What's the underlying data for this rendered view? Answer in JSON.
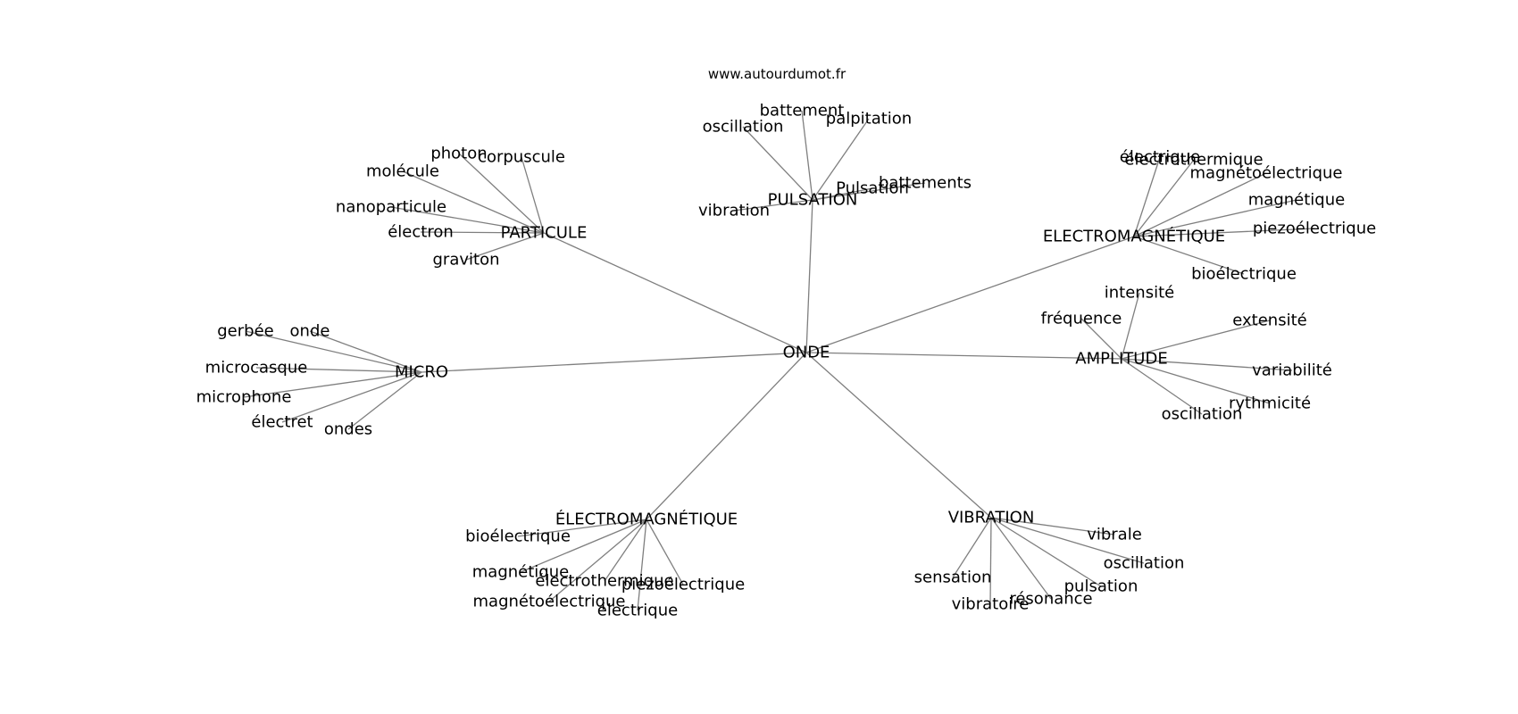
{
  "source_label": "www.autourdumot.fr",
  "graph": {
    "root": "ONDE",
    "branches": [
      {
        "label": "PULSATION",
        "children": [
          "battement",
          "oscillation",
          "palpitation",
          "Pulsation",
          "battements",
          "vibration"
        ]
      },
      {
        "label": "PARTICULE",
        "children": [
          "photon",
          "corpuscule",
          "molécule",
          "nanoparticule",
          "électron",
          "graviton"
        ]
      },
      {
        "label": "ELECTROMAGNÉTIQUE",
        "children": [
          "électrique",
          "électrothermique",
          "magnétoélectrique",
          "magnétique",
          "piezoélectrique",
          "bioélectrique"
        ]
      },
      {
        "label": "AMPLITUDE",
        "children": [
          "intensité",
          "fréquence",
          "extensité",
          "variabilité",
          "rythmicité",
          "oscillation"
        ]
      },
      {
        "label": "MICRO",
        "children": [
          "gerbée",
          "onde",
          "microcasque",
          "microphone",
          "électret",
          "ondes"
        ]
      },
      {
        "label": "ÉLECTROMAGNÉTIQUE",
        "children": [
          "bioélectrique",
          "magnétique",
          "électrothermique",
          "piezoélectrique",
          "magnétoélectrique",
          "électrique"
        ]
      },
      {
        "label": "VIBRATION",
        "children": [
          "vibrale",
          "oscillation",
          "pulsation",
          "résonance",
          "vibratoire",
          "sensation"
        ]
      }
    ]
  }
}
